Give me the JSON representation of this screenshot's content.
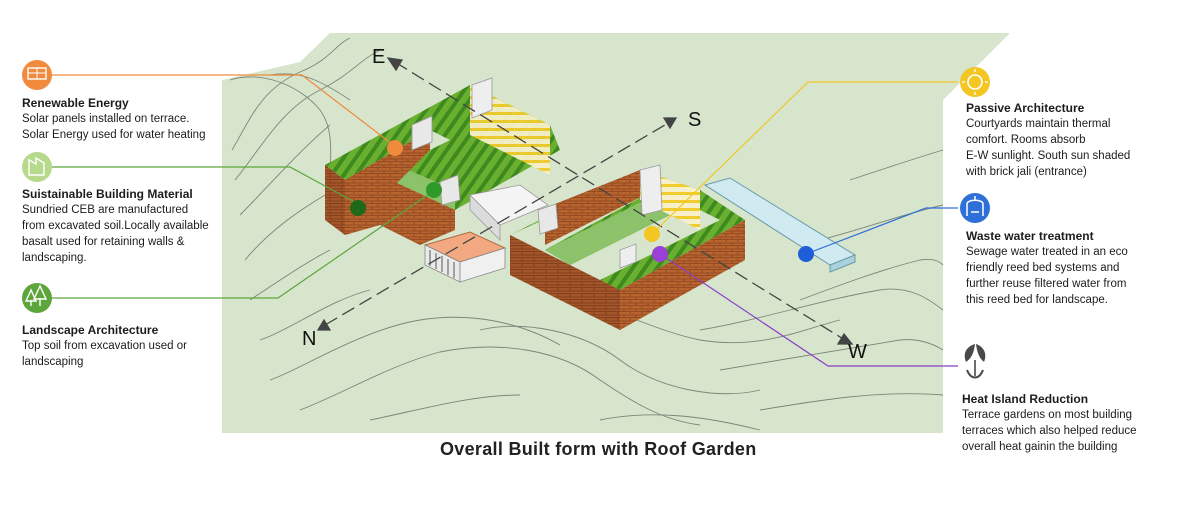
{
  "caption": "Overall Built form with Roof Garden",
  "directions": {
    "east": "E",
    "south": "S",
    "north": "N",
    "west": "W"
  },
  "annotations": {
    "renewable_energy": {
      "title": "Renewable Energy",
      "text": "Solar panels installed on terrace.\nSolar Energy used for water heating",
      "color": "#f08a3c",
      "icon": "solar-panel-icon"
    },
    "sustainable_material": {
      "title": "Suistainable Building Material",
      "text": "Sundried CEB are manufactured\nfrom excavated soil.Locally available\nbasalt used for retaining walls &\nlandscaping.",
      "color": "#8fbf4f",
      "icon": "building-material-icon"
    },
    "landscape": {
      "title": "Landscape Architecture",
      "text": "Top soil from excavation used or\nlandscaping",
      "color": "#5da63c",
      "icon": "trees-icon"
    },
    "passive": {
      "title": "Passive Architecture",
      "text": "Courtyards maintain thermal\ncomfort. Rooms absorb\nE-W sunlight. South sun shaded\nwith brick jali (entrance)",
      "color": "#f3c623",
      "icon": "sun-icon"
    },
    "waste_water": {
      "title": "Waste water treatment",
      "text": "Sewage water treated in an eco\nfriendly reed bed systems and\nfurther reuse filtered water from\nthis reed bed for landscape.",
      "color": "#2f6fd8",
      "icon": "water-treatment-icon"
    },
    "heat_island": {
      "title": "Heat Island Reduction",
      "text": "Terrace gardens on most building\nterraces which also helped reduce\noverall heat gainin the building",
      "color": "#8a3fc7",
      "icon": "leaves-icon"
    }
  }
}
